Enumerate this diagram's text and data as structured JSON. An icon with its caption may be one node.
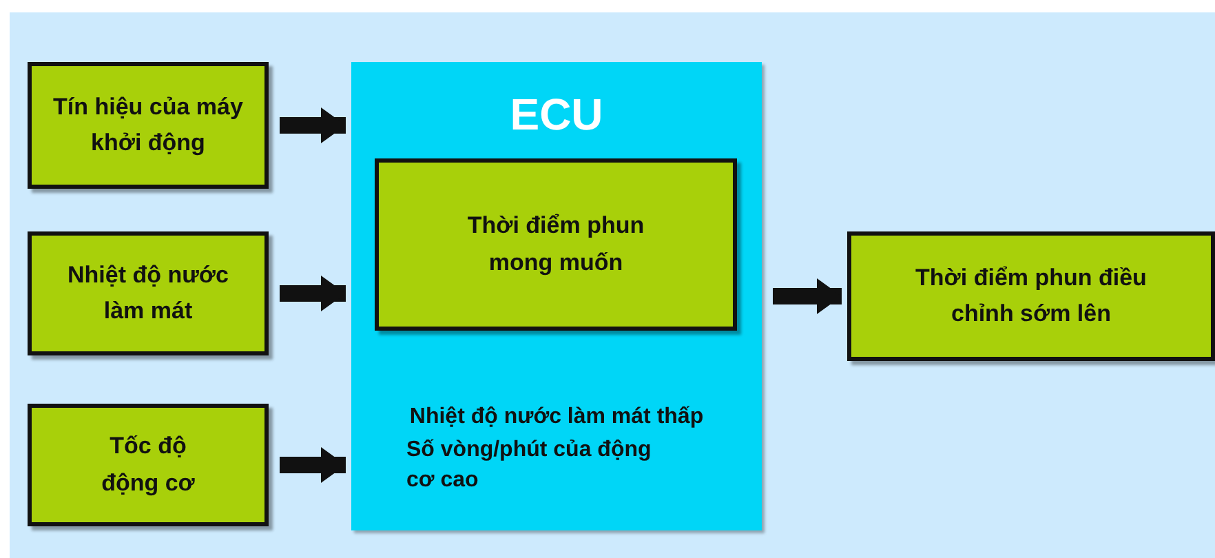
{
  "diagram": {
    "nodes": [
      {
        "text": [
          "Tín hiệu của máy khởi động"
        ]
      },
      {
        "text": [
          "Nhiệt độ nước làm mát"
        ]
      },
      {
        "text": [
          "Tốc độ động cơ"
        ]
      },
      {
        "text": [
          "ECU",
          "Nhiệt độ nước làm mát thấp",
          "Số vòng/phút của động cơ cao"
        ]
      },
      {
        "text": [
          "Thời điểm phun mong muốn"
        ],
        "in": 3
      },
      {
        "text": [
          "Thời điểm phun điều chỉnh sớm lên"
        ]
      }
    ],
    "edges": [
      {
        "from": 0,
        "to": 3,
        "arrow": "to"
      },
      {
        "from": 1,
        "to": 3,
        "arrow": "to"
      },
      {
        "from": 2,
        "to": 3,
        "arrow": "to"
      },
      {
        "from": 3,
        "to": 5,
        "arrow": "to"
      }
    ]
  }
}
